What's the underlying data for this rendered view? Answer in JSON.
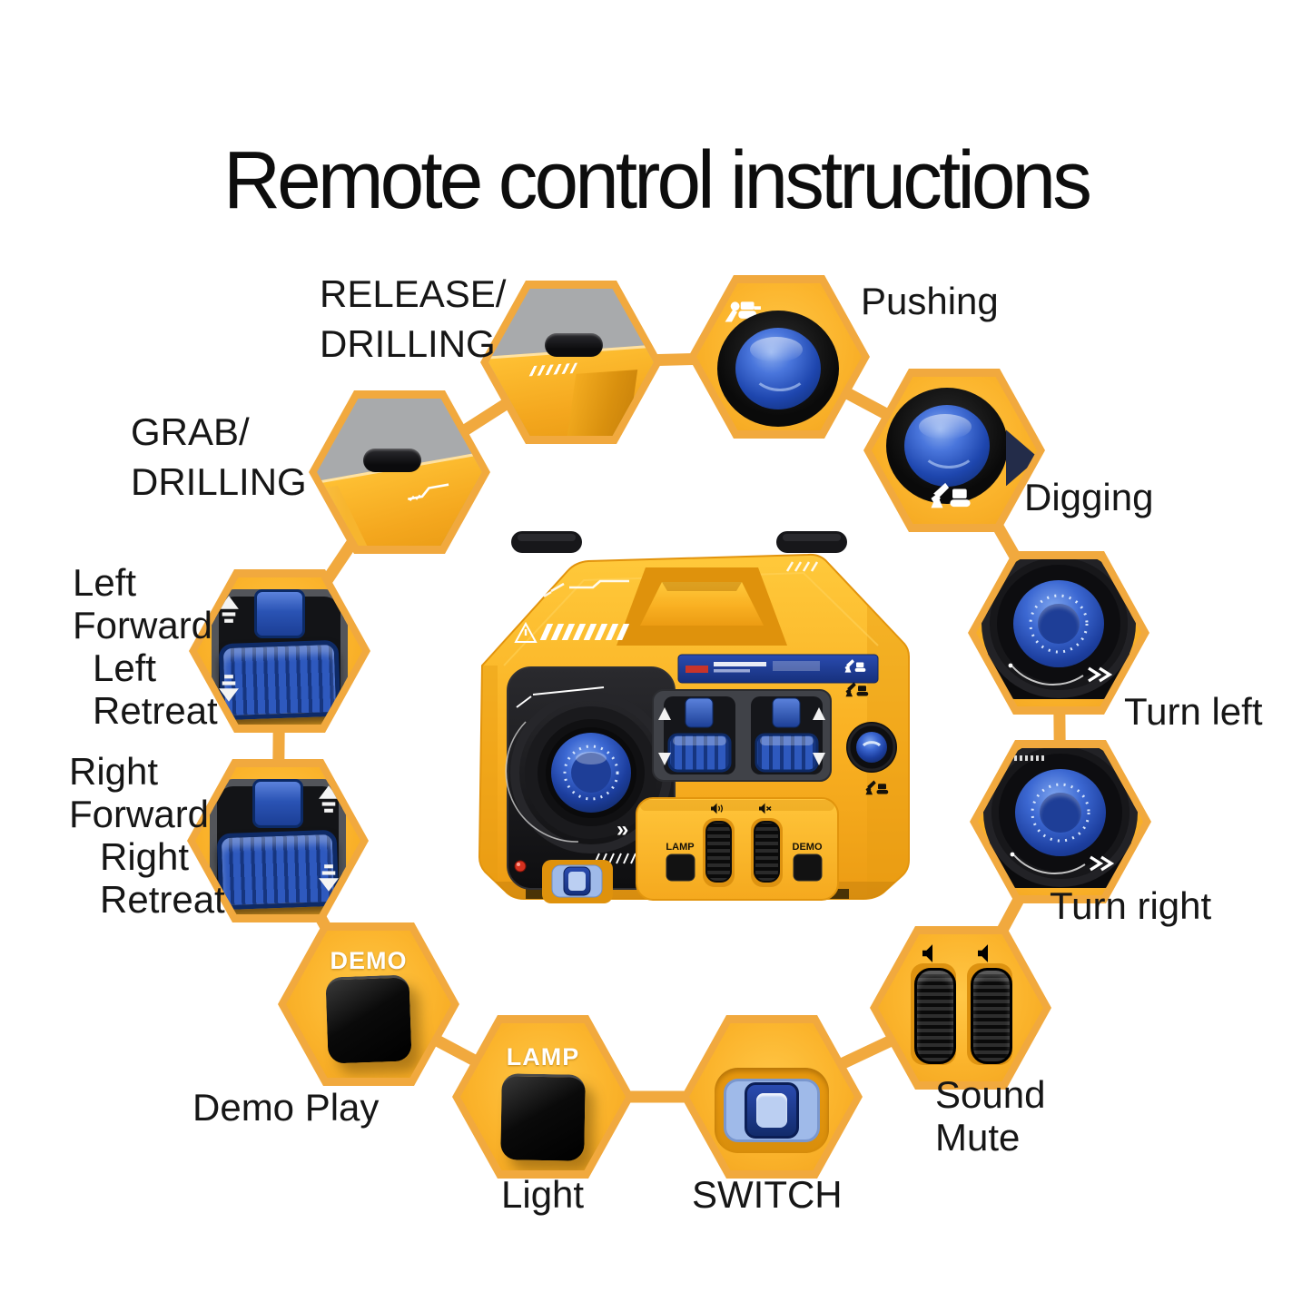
{
  "title": "Remote control instructions",
  "labels": {
    "release": "RELEASE/\nDRILLING",
    "grab": "GRAB/\nDRILLING",
    "pushing": "Pushing",
    "digging": "Digging",
    "turn_left": "Turn left",
    "turn_right": "Turn right",
    "sound": "Sound\nMute",
    "switch_label": "SWITCH",
    "light": "Light",
    "demo_play": "Demo Play",
    "left_forward": "Left\nForward",
    "left_retreat": "Left\nRetreat",
    "right_forward": "Right\nForward",
    "right_retreat": "Right\nRetreat"
  },
  "hex_buttons": {
    "lamp": "LAMP",
    "demo": "DEMO"
  },
  "remote": {
    "lamp": "LAMP",
    "demo": "DEMO"
  },
  "icons": {
    "pushing": "bulldozer-icon",
    "digging": "excavator-icon",
    "sound_on": "speaker-on-icon",
    "sound_mute": "speaker-mute-icon",
    "warning": "warning-triangle-icon"
  },
  "colors": {
    "accent_orange": "#F1A93E",
    "hex_yellow": "#FBB42C",
    "photo_gray": "#A8AAAC",
    "panel_black": "#141417",
    "button_blue": "#2353C3",
    "switch_blue": "#9FBAE9",
    "remote_yellow": "#FBB01F",
    "led_red": "#D5311F",
    "text": "#161616"
  }
}
